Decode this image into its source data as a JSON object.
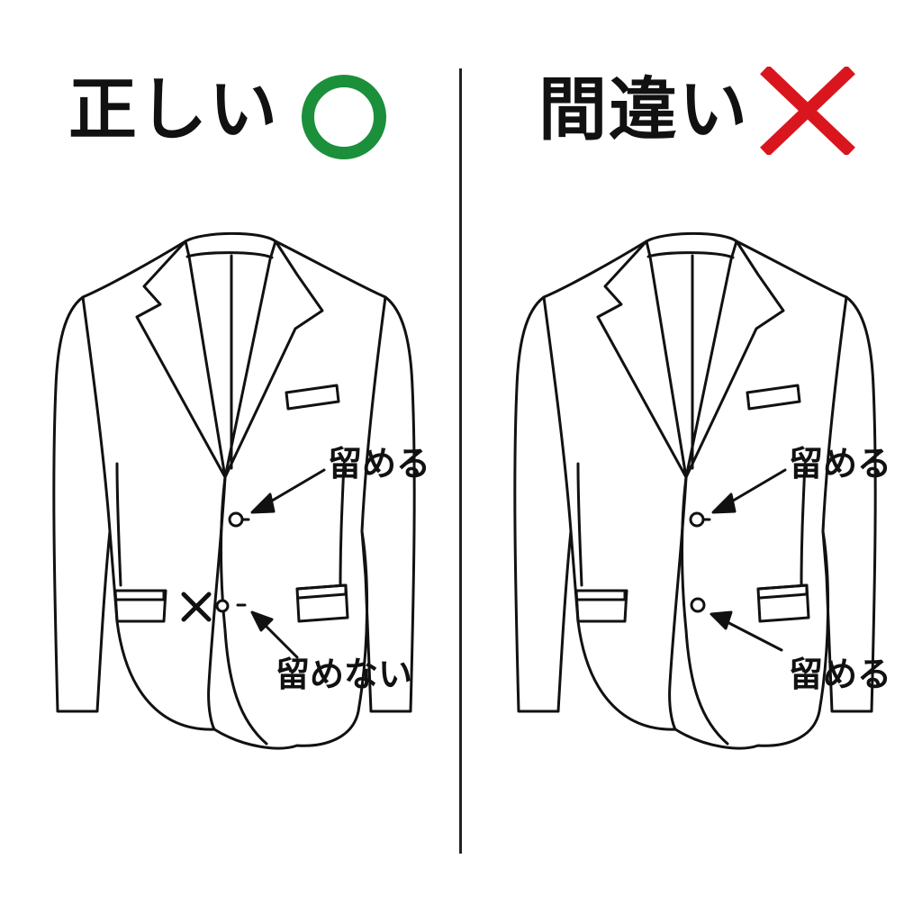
{
  "left": {
    "title": "正しい",
    "mark_icon": "circle-icon",
    "mark_color": "#1b8f3a",
    "label_top": "留める",
    "label_bottom": "留めない",
    "cross_icon": "small-x-icon"
  },
  "right": {
    "title": "間違い",
    "mark_icon": "cross-icon",
    "mark_color": "#d9161e",
    "label_top": "留める",
    "label_bottom": "留める"
  }
}
